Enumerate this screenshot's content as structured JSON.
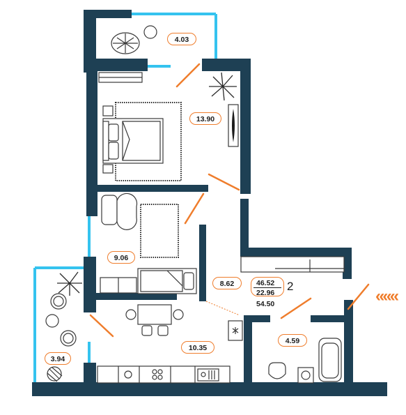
{
  "rooms": {
    "balcony_top": "4.03",
    "bedroom": "13.90",
    "kids_room": "9.06",
    "hall": "8.62",
    "kitchen": "10.35",
    "bathroom": "4.59",
    "balcony_left": "3.94"
  },
  "summary": {
    "living_area": "46.52",
    "kitchen_area": "22.96",
    "total_area": "54.50",
    "room_count": "2"
  },
  "entrance_marker": "«««",
  "colors": {
    "wall": "#1e4054",
    "glass": "#35c3ef",
    "accent": "#ef7d2c"
  }
}
